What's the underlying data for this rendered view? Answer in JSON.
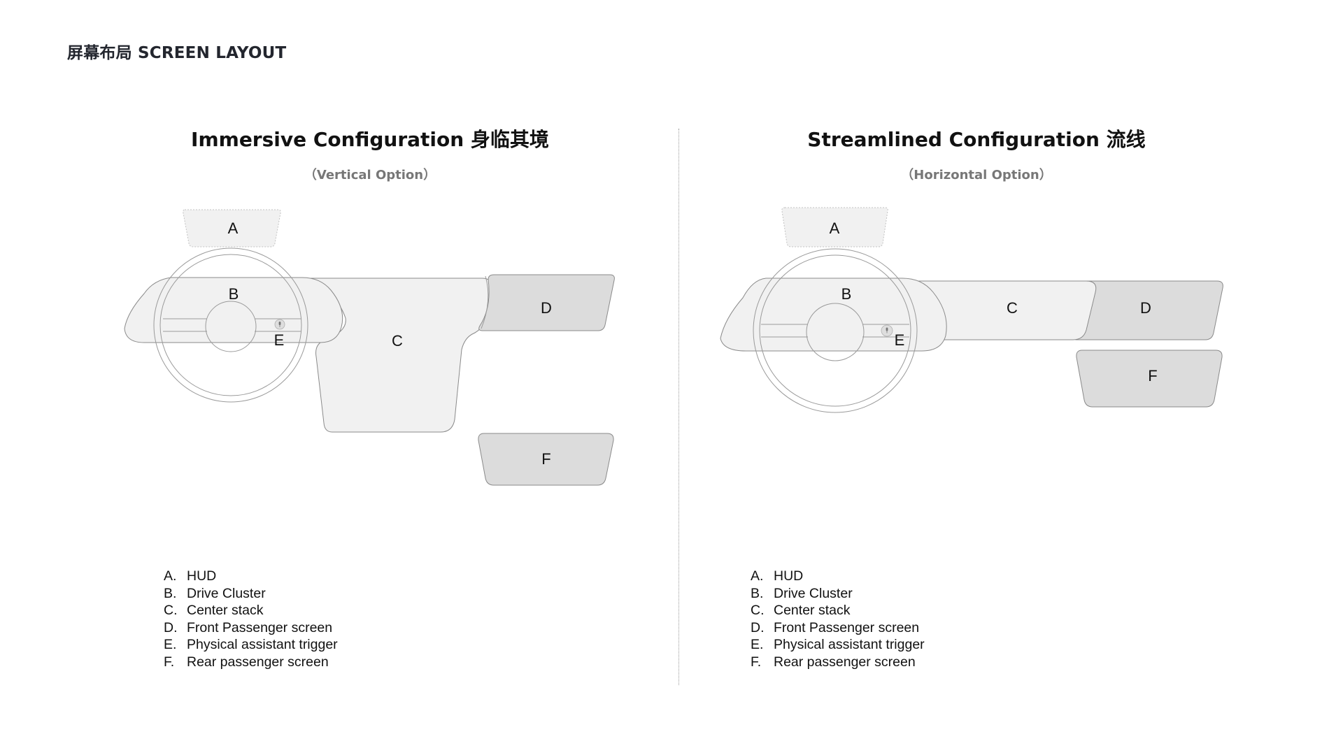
{
  "page": {
    "title": "屏幕布局 SCREEN LAYOUT"
  },
  "immersive": {
    "title": "Immersive Configuration 身临其境",
    "subtitle": "（Vertical Option）"
  },
  "streamlined": {
    "title": "Streamlined Configuration 流线",
    "subtitle": "（Horizontal Option）"
  },
  "screen_labels": {
    "a": "A",
    "b": "B",
    "c": "C",
    "d": "D",
    "e": "E",
    "f": "F"
  },
  "legend": [
    {
      "key": "A.",
      "label": "HUD"
    },
    {
      "key": "B.",
      "label": "Drive Cluster"
    },
    {
      "key": "C.",
      "label": "Center stack"
    },
    {
      "key": "D.",
      "label": "Front Passenger screen"
    },
    {
      "key": "E.",
      "label": "Physical assistant trigger"
    },
    {
      "key": "F.",
      "label": "Rear passenger screen"
    }
  ],
  "colors": {
    "screen_light": "#f1f1f1",
    "screen_dark": "#dcdcdc",
    "outline": "#9a9a9a",
    "divider": "#9a9a9a"
  },
  "icons": {
    "trigger": "microphone-icon"
  }
}
